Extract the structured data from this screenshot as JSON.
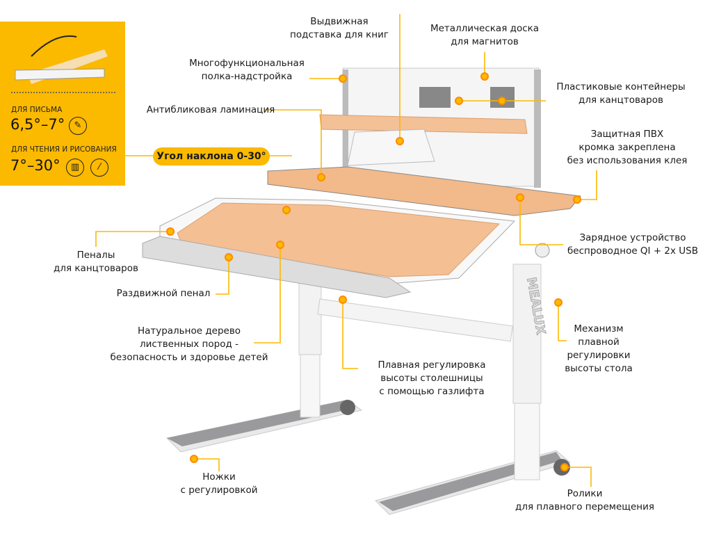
{
  "panel": {
    "writing_label": "ДЛЯ ПИСЬМА",
    "writing_value": "6,5°–7°",
    "reading_label": "ДЛЯ ЧТЕНИЯ И РИСОВАНИЯ",
    "reading_value": "7°–30°",
    "icons": [
      "pen-icon",
      "book-icon",
      "brush-icon"
    ]
  },
  "tilt_pill": "Угол наклона 0-30°",
  "accent": "#fbb900",
  "labels": {
    "book_stand": [
      "Выдвижная",
      "подставка для книг"
    ],
    "metal_board": [
      "Металлическая доска",
      "для магнитов"
    ],
    "shelf": [
      "Многофункциональная",
      "полка-надстройка"
    ],
    "containers": [
      "Пластиковые контейнеры",
      "для канцтоваров"
    ],
    "lamination": [
      "Антибликовая ламинация"
    ],
    "pvc": [
      "Защитная ПВХ",
      "кромка закреплена",
      "без использования клея"
    ],
    "charger": [
      "Зарядное устройство",
      "беспроводное QI + 2x USB"
    ],
    "pencil_cases": [
      "Пеналы",
      "для канцтоваров"
    ],
    "sliding_case": [
      "Раздвижной пенал"
    ],
    "wood": [
      "Натуральное дерево",
      "лиственных пород -",
      "безопасность и здоровье детей"
    ],
    "gaslift": [
      "Плавная регулировка",
      "высоты столешницы",
      "с помощью газлифта"
    ],
    "mechanism": [
      "Механизм",
      "плавной",
      "регулировки",
      "высоты стола"
    ],
    "legs": [
      "Ножки",
      "с регулировкой"
    ],
    "wheels": [
      "Ролики",
      "для плавного перемещения"
    ]
  },
  "brand": "MEALUX"
}
